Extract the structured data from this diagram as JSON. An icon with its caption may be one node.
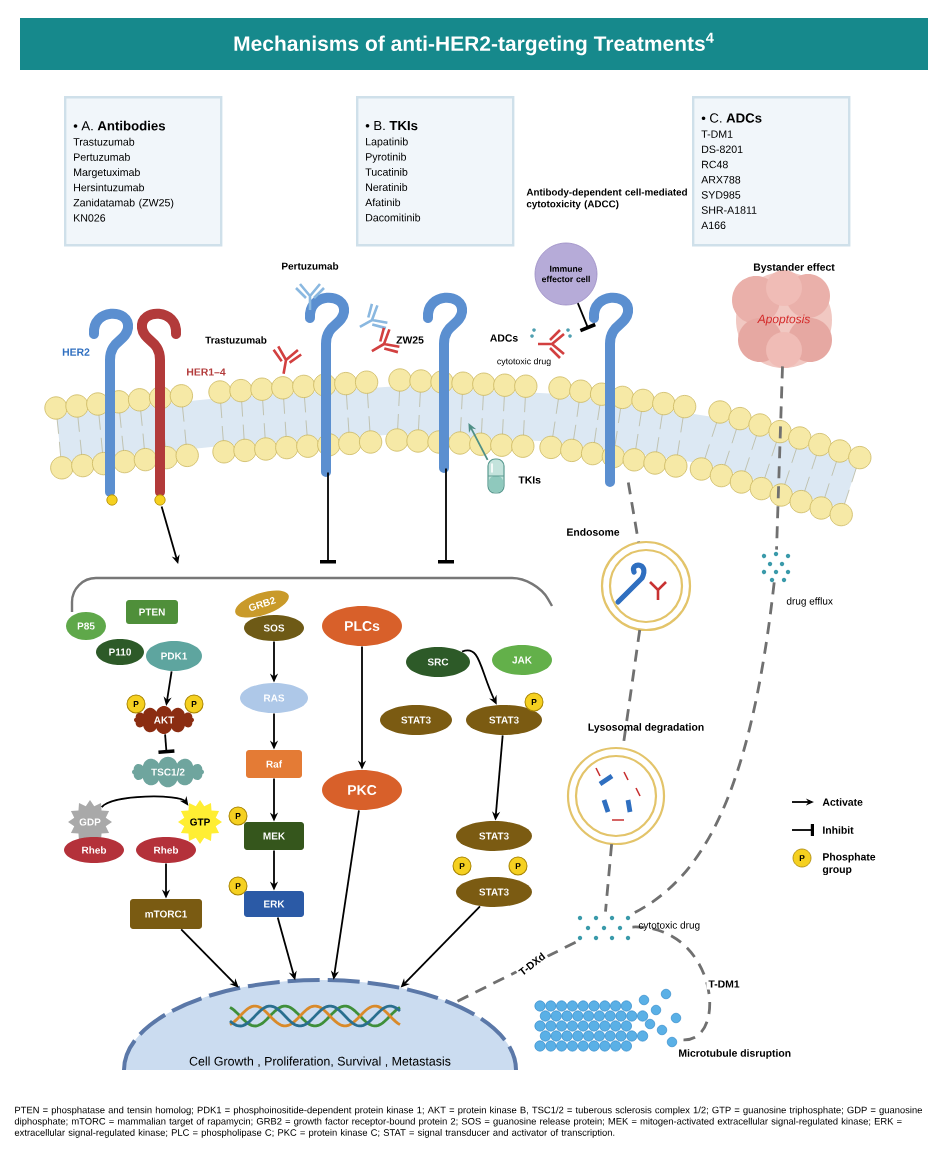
{
  "diagram": {
    "title": "Mechanisms of anti-HER2-targeting Treatments$^{4}$",
    "nodes": [
      {
        "text": [
          "• A. **Antibodies**",
          "Trastuzumab",
          "Pertuzumab",
          "Margetuximab",
          "Hersintuzumab",
          "Zanidatamab (ZW25)",
          "KN026"
        ]
      },
      {
        "text": [
          "• B. **TKIs**",
          "Lapatinib",
          "Pyrotinib",
          "Tucatinib",
          "Neratinib",
          "Afatinib",
          "Dacomitinib"
        ]
      },
      {
        "text": [
          "• C. **ADCs**",
          "T-DM1",
          "DS-8201",
          "RC48",
          "ARX788",
          "SYD985",
          "SHR-A1811",
          "A166"
        ]
      },
      {
        "text": [
          "Immune effector cell"
        ]
      },
      {
        "text": [
          "Apoptosis"
        ],
        "beside": [
          "Bystander effect"
        ]
      },
      {
        "text": [],
        "shape": "picture",
        "beside": [
          "HER2",
          "HER1–4"
        ]
      },
      {
        "text": [],
        "shape": "picture"
      },
      {
        "text": [],
        "shape": "picture"
      },
      {
        "text": [],
        "shape": "picture"
      },
      {
        "text": [],
        "shape": "picture",
        "beside": [
          "TKIs"
        ]
      },
      {
        "text": [],
        "shape": "picture",
        "beside": [
          "Endosome"
        ]
      },
      {
        "text": [],
        "shape": "picture",
        "beside": [
          "Lysosomal degradation"
        ]
      },
      {
        "text": [],
        "shape": "picture",
        "beside": [
          "drug efflux"
        ]
      },
      {
        "text": [],
        "shape": "picture",
        "beside": [
          "cytotoxic drug"
        ]
      },
      {
        "text": [],
        "shape": "picture",
        "beside": [
          "Microtubule disruption"
        ]
      },
      {
        "text": [
          "P85"
        ]
      },
      {
        "text": [
          "PTEN"
        ]
      },
      {
        "text": [
          "P110"
        ]
      },
      {
        "text": [
          "PDK1"
        ]
      },
      {
        "text": [
          "AKT"
        ]
      },
      {
        "text": [
          "P"
        ]
      },
      {
        "text": [
          "P"
        ]
      },
      {
        "text": [
          "TSC1/2"
        ]
      },
      {
        "text": [
          "GDP"
        ]
      },
      {
        "text": [
          "GTP"
        ]
      },
      {
        "text": [
          "Rheb"
        ]
      },
      {
        "text": [
          "Rheb"
        ]
      },
      {
        "text": [
          "mTORC1"
        ]
      },
      {
        "text": [
          "GRB2"
        ]
      },
      {
        "text": [
          "SOS"
        ]
      },
      {
        "text": [
          "RAS"
        ]
      },
      {
        "text": [
          "Raf"
        ]
      },
      {
        "text": [
          "P"
        ]
      },
      {
        "text": [
          "MEK"
        ]
      },
      {
        "text": [
          "P"
        ]
      },
      {
        "text": [
          "ERK"
        ]
      },
      {
        "text": [
          "PLCs"
        ]
      },
      {
        "text": [
          "PKC"
        ]
      },
      {
        "text": [
          "SRC"
        ]
      },
      {
        "text": [
          "JAK"
        ]
      },
      {
        "text": [
          "STAT3"
        ]
      },
      {
        "text": [
          "STAT3"
        ]
      },
      {
        "text": [
          "P"
        ]
      },
      {
        "text": [
          "STAT3"
        ]
      },
      {
        "text": [
          "P"
        ]
      },
      {
        "text": [
          "P"
        ]
      },
      {
        "text": [
          "STAT3"
        ]
      },
      {
        "text": [
          "Cell Growth , Proliferation, Survival , Metastasis"
        ]
      },
      {
        "text": [],
        "shape": "box"
      }
    ],
    "edges": [
      {
        "from": 5,
        "to": 48,
        "arrow": "to"
      },
      {
        "from": 6,
        "to": 48,
        "arrow": "other"
      },
      {
        "from": 7,
        "to": 48,
        "arrow": "other"
      },
      {
        "from": 3,
        "to": 8,
        "arrow": "other"
      },
      {
        "from": 9,
        "to": 7,
        "arrow": "to",
        "color": "#4f8f86"
      },
      {
        "from": 8,
        "to": 10,
        "arrow": "none",
        "style": "dashed",
        "color": "#707070"
      },
      {
        "from": 10,
        "to": 11,
        "arrow": "none",
        "style": "dashed",
        "color": "#707070"
      },
      {
        "from": 11,
        "to": 13,
        "arrow": "none",
        "style": "dashed",
        "color": "#707070"
      },
      {
        "from": 4,
        "to": 12,
        "arrow": "none",
        "style": "dashed",
        "color": "#707070"
      },
      {
        "from": 12,
        "to": 13,
        "arrow": "none",
        "style": "dashed",
        "color": "#707070"
      },
      {
        "from": 13,
        "to": 47,
        "arrow": "none",
        "style": "dashed",
        "color": "#707070",
        "label": "T-DXd"
      },
      {
        "from": 13,
        "to": 14,
        "arrow": "none",
        "style": "dashed",
        "color": "#707070",
        "label": "T-DM1"
      },
      {
        "from": 18,
        "to": 19,
        "arrow": "to"
      },
      {
        "from": 19,
        "to": 22,
        "arrow": "other"
      },
      {
        "from": 23,
        "to": 24,
        "arrow": "to"
      },
      {
        "from": 26,
        "to": 27,
        "arrow": "to"
      },
      {
        "from": 27,
        "to": 47,
        "arrow": "to"
      },
      {
        "from": 29,
        "to": 30,
        "arrow": "to"
      },
      {
        "from": 30,
        "to": 31,
        "arrow": "to"
      },
      {
        "from": 31,
        "to": 33,
        "arrow": "to"
      },
      {
        "from": 33,
        "to": 35,
        "arrow": "to"
      },
      {
        "from": 35,
        "to": 47,
        "arrow": "to"
      },
      {
        "from": 36,
        "to": 37,
        "arrow": "to"
      },
      {
        "from": 37,
        "to": 47,
        "arrow": "to"
      },
      {
        "from": 38,
        "to": 41,
        "arrow": "to"
      },
      {
        "from": 41,
        "to": 43,
        "arrow": "to"
      },
      {
        "from": 46,
        "to": 47,
        "arrow": "to"
      }
    ],
    "labels": [
      "Antibody-dependent cell-mediated cytotoxicity (ADCC)",
      "Pertuzumab",
      "Trastuzumab",
      "ZW25",
      "ADCs",
      "cytotoxic drug",
      "P"
    ],
    "legend": [
      {
        "text": "Activate"
      },
      {
        "text": "Inhibit"
      },
      {
        "text": "Phosphate group"
      }
    ],
    "caption": "PTEN = phosphatase and tensin homolog; PDK1 = phosphoinositide-dependent protein kinase 1; AKT = protein kinase B, TSC1/2 = tuberous sclerosis complex 1/2; GTP = guanosine triphosphate; GDP = guanosine diphosphate; mTORC = mammalian target of rapamycin; GRB2 = growth factor receptor-bound protein 2; SOS = guanosine release protein; MEK = mitogen-activated extracellular signal-regulated kinase; ERK = extracellular signal-regulated kinase; PLC = phospholipase C; PKC = protein kinase C; STAT = signal transducer and activator of transcription."
  }
}
